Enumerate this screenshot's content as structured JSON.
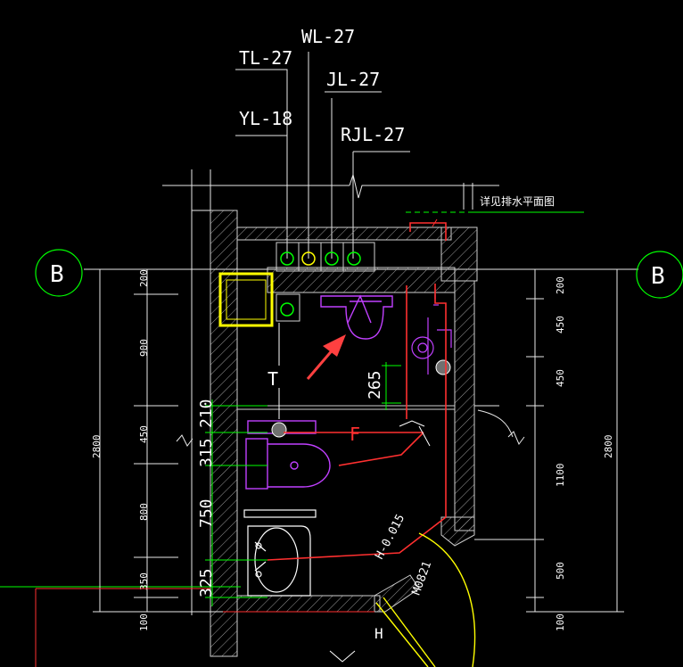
{
  "pipe_labels": {
    "tl": "TL-27",
    "wl": "WL-27",
    "jl": "JL-27",
    "yl": "YL-18",
    "rjl": "RJL-27"
  },
  "detail_note": "详见排水平面图",
  "axis": {
    "left": "B",
    "right": "B"
  },
  "left_dims": {
    "d1": "200",
    "d2": "900",
    "d3": "450",
    "d4": "800",
    "d5": "350",
    "d6": "100",
    "total": "2800"
  },
  "right_dims": {
    "d1": "200",
    "d2": "450",
    "d3": "450",
    "d4": "1100",
    "d5": "500",
    "d6": "100",
    "total": "2800"
  },
  "fixture_dims": {
    "a": "210",
    "b": "315",
    "c": "750",
    "d": "325",
    "e": "265"
  },
  "pipe_marks": {
    "t": "T",
    "f": "F",
    "h": "H"
  },
  "slope_label": "H-0.015",
  "door_label": "M0821",
  "colors": {
    "background": "#000000",
    "wall": "#cfcfcf",
    "green": "#00ff00",
    "red": "#ff3030",
    "magenta": "#c040ff",
    "yellow": "#ffff00",
    "arrow": "#ff4040",
    "white": "#ffffff"
  }
}
